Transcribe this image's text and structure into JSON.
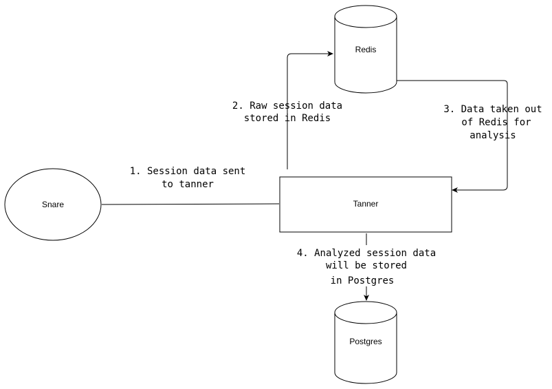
{
  "nodes": {
    "snare": {
      "label": "Snare"
    },
    "redis": {
      "label": "Redis"
    },
    "tanner": {
      "label": "Tanner"
    },
    "postgres": {
      "label": "Postgres"
    }
  },
  "edges": {
    "session_sent": {
      "line1": "1. Session data sent",
      "line2": "to tanner"
    },
    "raw_stored": {
      "line1": "2. Raw session data",
      "line2": "stored in Redis"
    },
    "data_taken": {
      "line1": "3. Data taken out",
      "line2": "of Redis for",
      "line3": "analysis"
    },
    "analyzed_stored": {
      "line1": "4. Analyzed session data",
      "line2": "will be stored",
      "line3": "in Postgres"
    }
  }
}
